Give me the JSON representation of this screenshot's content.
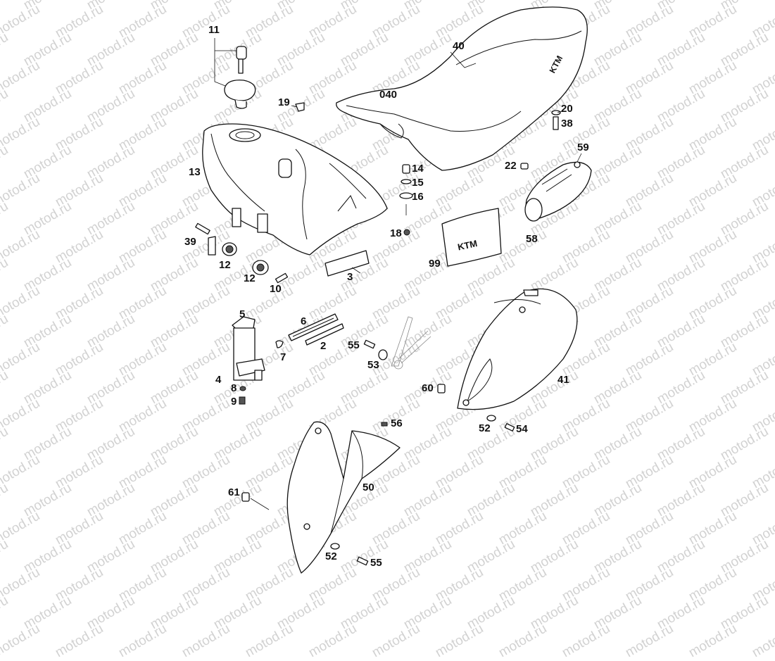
{
  "watermark": "motod.ru",
  "callouts": {
    "c11": "11",
    "c19": "19",
    "c40": "40",
    "c040": "040",
    "c20": "20",
    "c38": "38",
    "c13": "13",
    "c14": "14",
    "c15": "15",
    "c16": "16",
    "c59": "59",
    "c22": "22",
    "c18": "18",
    "c58": "58",
    "c99": "99",
    "c39": "39",
    "c12a": "12",
    "c12b": "12",
    "c10": "10",
    "c3": "3",
    "c5": "5",
    "c6": "6",
    "c2": "2",
    "c7": "7",
    "c55a": "55",
    "c53": "53",
    "c4": "4",
    "c8": "8",
    "c9": "9",
    "c60": "60",
    "c41": "41",
    "c52a": "52",
    "c54": "54",
    "c56": "56",
    "c61": "61",
    "c50": "50",
    "c52b": "52",
    "c55b": "55"
  }
}
